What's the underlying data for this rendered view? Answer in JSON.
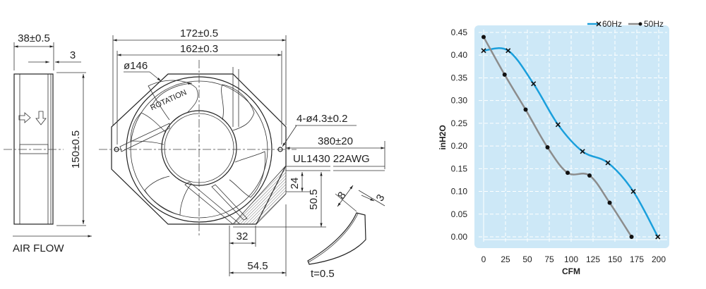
{
  "drawing": {
    "side_view": {
      "depth": "38±0.5",
      "offset": "3",
      "height": "150±0.5",
      "airflow_label": "AIR FLOW"
    },
    "front_view": {
      "overall_width": "172±0.5",
      "hole_spacing": "162±0.3",
      "diameter": "ø146",
      "rotation_label": "ROTATION",
      "holes": "4-ø4.3±0.2",
      "lead_length": "380±20",
      "lead_wire": "UL1430 22AWG",
      "dim_24": "24",
      "dim_50_5": "50.5",
      "dim_32": "32",
      "dim_54_5": "54.5"
    },
    "terminal_detail": {
      "width": "8",
      "gap": "3",
      "thickness": "t=0.5"
    }
  },
  "chart_data": {
    "type": "line",
    "title": "",
    "xlabel": "CFM",
    "ylabel": "inH2O",
    "xlim": [
      0,
      200
    ],
    "ylim": [
      0,
      0.45
    ],
    "xticks": [
      "0",
      "25",
      "50",
      "75",
      "100",
      "125",
      "150",
      "175",
      "200"
    ],
    "yticks": [
      "0.00",
      "0.05",
      "0.10",
      "0.15",
      "0.20",
      "0.25",
      "0.30",
      "0.35",
      "0.40",
      "0.45"
    ],
    "grid": true,
    "legend_placement": "top-right",
    "background": "#cde8f7",
    "series": [
      {
        "name": "60Hz",
        "color": "#1a9fdc",
        "marker": "x",
        "x": [
          0,
          28,
          57,
          85,
          113,
          142,
          171,
          199
        ],
        "y": [
          0.41,
          0.41,
          0.337,
          0.247,
          0.188,
          0.163,
          0.1,
          0.0
        ]
      },
      {
        "name": "50Hz",
        "color": "#8c8c8c",
        "marker": "dot",
        "x": [
          0,
          24,
          48,
          73,
          96,
          121,
          144,
          169
        ],
        "y": [
          0.44,
          0.357,
          0.28,
          0.197,
          0.141,
          0.135,
          0.075,
          0.0
        ]
      }
    ]
  }
}
